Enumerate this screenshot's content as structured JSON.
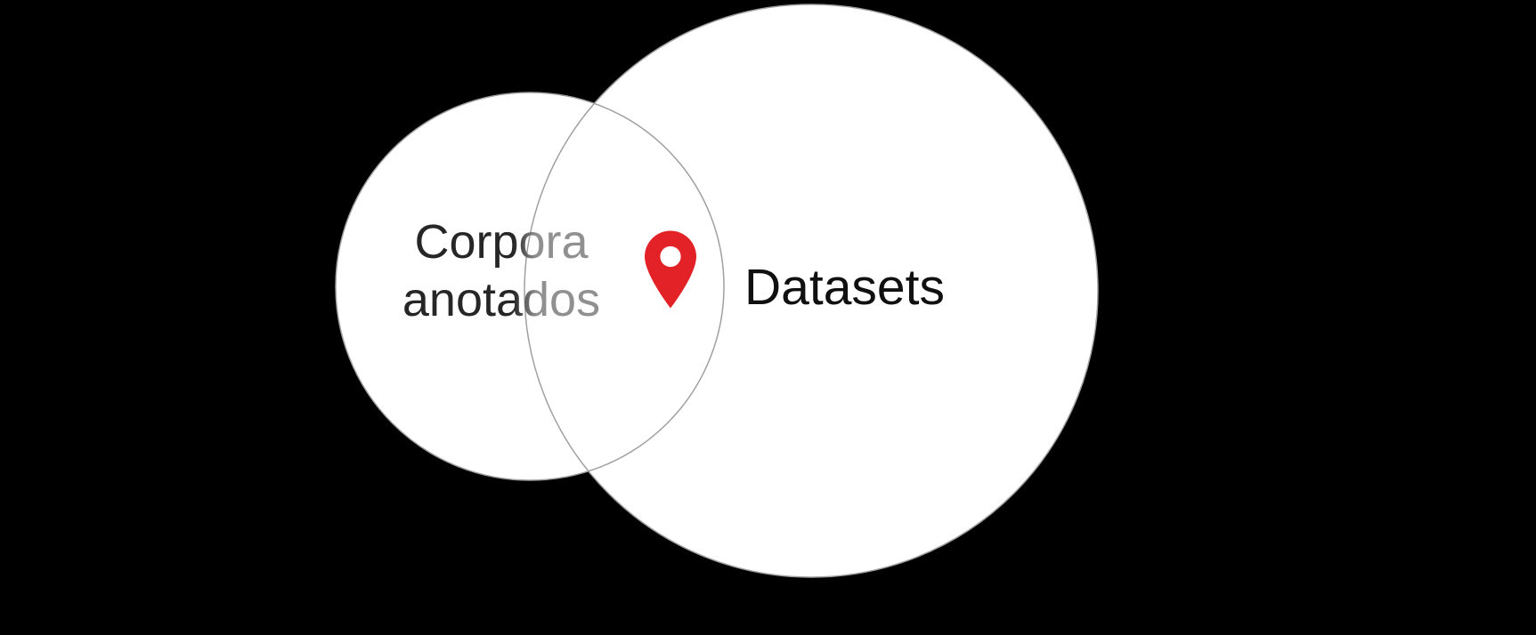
{
  "slide": {
    "background_color": "#000000"
  },
  "diagram": {
    "type": "venn",
    "left_circle": {
      "label": "Corpora anotados",
      "fill": "#ffffff",
      "stroke": "#a0a0a0"
    },
    "right_circle": {
      "label": "Datasets",
      "fill": "#ffffff",
      "stroke": "#a0a0a0"
    },
    "overlap_icon": {
      "name": "location-pin-icon",
      "color": "#e32227",
      "hole_color": "#ffffff"
    },
    "label_colors": {
      "left_dark": "#262626",
      "left_gray": "#909090",
      "right": "#101010"
    }
  }
}
